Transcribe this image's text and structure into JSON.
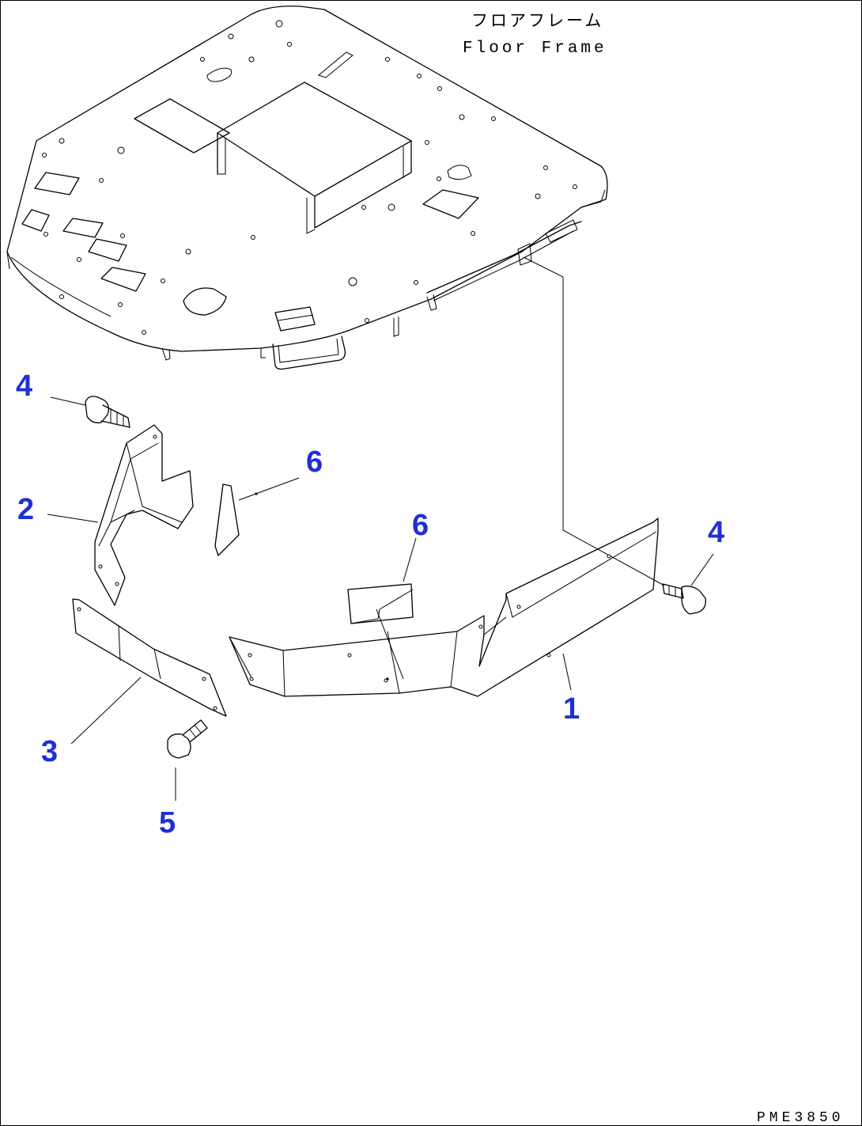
{
  "caption": {
    "japanese": "フロアフレーム",
    "english": "Floor Frame"
  },
  "callouts": {
    "part_1": "1",
    "part_2": "2",
    "part_3": "3",
    "part_4_left": "4",
    "part_4_right": "4",
    "part_5": "5",
    "part_6_left": "6",
    "part_6_center": "6"
  },
  "drawing_code": "PME3850",
  "colors": {
    "callout": "#1f2fd6",
    "line": "#000000",
    "background": "#ffffff"
  }
}
